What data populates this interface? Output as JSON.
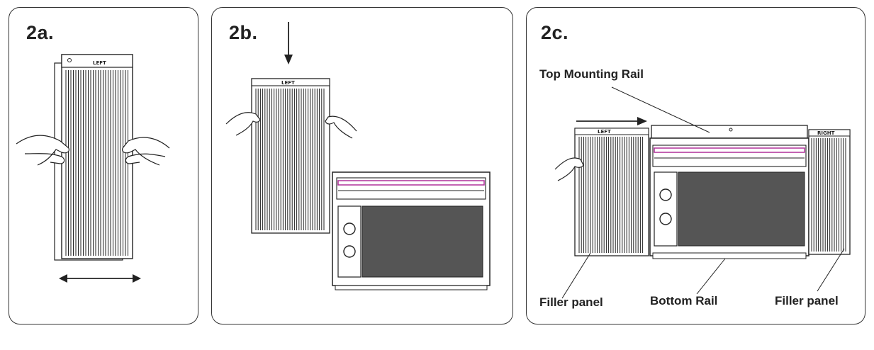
{
  "steps": {
    "a": {
      "label": "2a.",
      "panel_tag": "LEFT"
    },
    "b": {
      "label": "2b.",
      "panel_tag": "LEFT"
    },
    "c": {
      "label": "2c.",
      "left_panel_tag": "LEFT",
      "right_panel_tag": "RIGHT",
      "top_rail": "Top Mounting Rail",
      "filler_left": "Filler panel",
      "bottom_rail": "Bottom Rail",
      "filler_right": "Filler panel"
    }
  },
  "icons": [
    "double-arrow-icon",
    "down-arrow-icon",
    "right-arrow-icon",
    "hand-icon"
  ],
  "colors": {
    "line": "#222222",
    "accent": "#b0309a",
    "border": "#333333"
  }
}
